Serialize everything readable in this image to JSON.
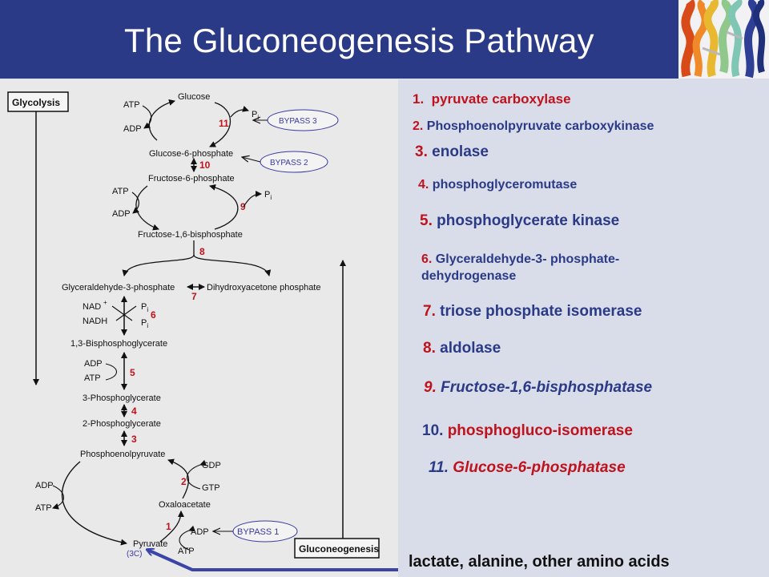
{
  "title": "The Gluconeogenesis Pathway",
  "diagram": {
    "glycolysis_label": "Glycolysis",
    "gluconeogenesis_label": "Gluconeogenesis",
    "metabolites": {
      "glucose": "Glucose",
      "g6p": "Glucose-6-phosphate",
      "f6p": "Fructose-6-phosphate",
      "f16bp": "Fructose-1,6-bisphosphate",
      "g3p": "Glyceraldehyde-3-phosphate",
      "dhap": "Dihydroxyacetone phosphate",
      "bpg13": "1,3-Bisphosphoglycerate",
      "pg3": "3-Phosphoglycerate",
      "pg2": "2-Phosphoglycerate",
      "pep": "Phosphoenolpyruvate",
      "oaa": "Oxaloacetate",
      "pyruvate": "Pyruvate"
    },
    "cofactors": {
      "atp": "ATP",
      "adp": "ADP",
      "gdp": "GDP",
      "gtp": "GTP",
      "nad": "NAD",
      "nadh": "NADH",
      "p": "P",
      "i": "i",
      "plus": "+"
    },
    "steps": [
      "1",
      "2",
      "3",
      "4",
      "5",
      "6",
      "7",
      "8",
      "9",
      "10",
      "11"
    ],
    "bypass": [
      "BYPASS 1",
      "BYPASS 2",
      "BYPASS 3"
    ],
    "carbon_note": "(3C)"
  },
  "enzymes": [
    {
      "num": "1.",
      "name": "pyruvate carboxylase"
    },
    {
      "num": "2.",
      "name": "Phosphoenolpyruvate  carboxykinase"
    },
    {
      "num": "3.",
      "name": "enolase"
    },
    {
      "num": "4.",
      "name": "phosphoglyceromutase"
    },
    {
      "num": "5.",
      "name": "phosphoglycerate kinase"
    },
    {
      "num": "6.",
      "name": "Glyceraldehyde-3- phosphate-",
      "name2": "dehydrogenase"
    },
    {
      "num": "7.",
      "name": "triose phosphate isomerase"
    },
    {
      "num": "8.",
      "name": "aldolase"
    },
    {
      "num": "9.",
      "name": "Fructose-1,6-bisphosphatase"
    },
    {
      "num": "10.",
      "name": "phosphogluco-isomerase"
    },
    {
      "num": "11.",
      "name": "Glucose-6-phosphatase"
    }
  ],
  "sources": "lactate, alanine, other amino acids",
  "colors": {
    "header": "#2a3a86",
    "accent_red": "#c0121c",
    "bypass_blue": "#3a3aa0",
    "arrow_blue": "#3b45a8"
  }
}
